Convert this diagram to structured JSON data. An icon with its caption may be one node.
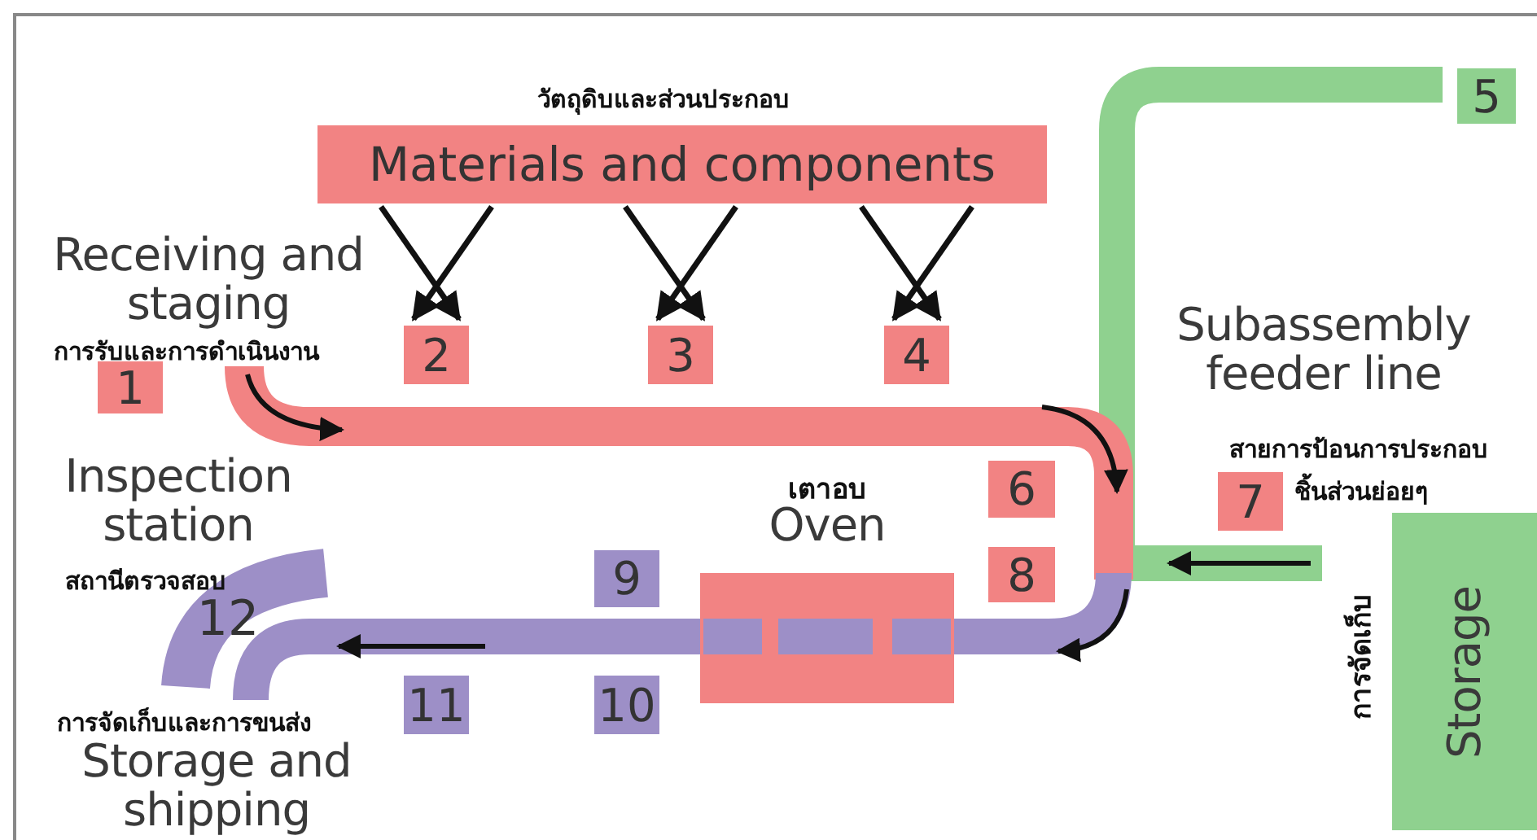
{
  "diagram": {
    "nodes": [
      {
        "text": [
          "Materials and components"
        ]
      },
      {
        "text": [
          "1"
        ]
      },
      {
        "text": [
          "2"
        ]
      },
      {
        "text": [
          "3"
        ]
      },
      {
        "text": [
          "4"
        ]
      },
      {
        "text": [
          "5"
        ]
      },
      {
        "text": [
          "6"
        ]
      },
      {
        "text": [
          "7"
        ]
      },
      {
        "text": [
          "8"
        ]
      },
      {
        "text": [
          "9"
        ]
      },
      {
        "text": [
          "10"
        ]
      },
      {
        "text": [
          "11"
        ]
      },
      {
        "text": [
          "12"
        ]
      },
      {
        "text": [
          "เตาอบ",
          "Oven"
        ]
      },
      {
        "text": [
          "Storage"
        ],
        "beside": [
          "การจัดเก็บ"
        ]
      }
    ],
    "edges": [
      {
        "from": 0,
        "to": 2,
        "arrow": "to"
      },
      {
        "from": 0,
        "to": 2,
        "arrow": "to"
      },
      {
        "from": 0,
        "to": 3,
        "arrow": "to"
      },
      {
        "from": 0,
        "to": 3,
        "arrow": "to"
      },
      {
        "from": 0,
        "to": 4,
        "arrow": "to"
      },
      {
        "from": 0,
        "to": 4,
        "arrow": "to"
      }
    ],
    "labels": [
      "วัตถุดิบและส่วนประกอบ",
      "Receiving and staging",
      "การรับและการดำเนินงาน",
      "Subassembly feeder line",
      "สายการป้อนการประกอบ",
      "ชิ้นส่วนย่อยๆ",
      "Inspection station",
      "สถานีตรวจสอบ",
      "การจัดเก็บและการขนส่ง",
      "Storage and shipping"
    ]
  }
}
